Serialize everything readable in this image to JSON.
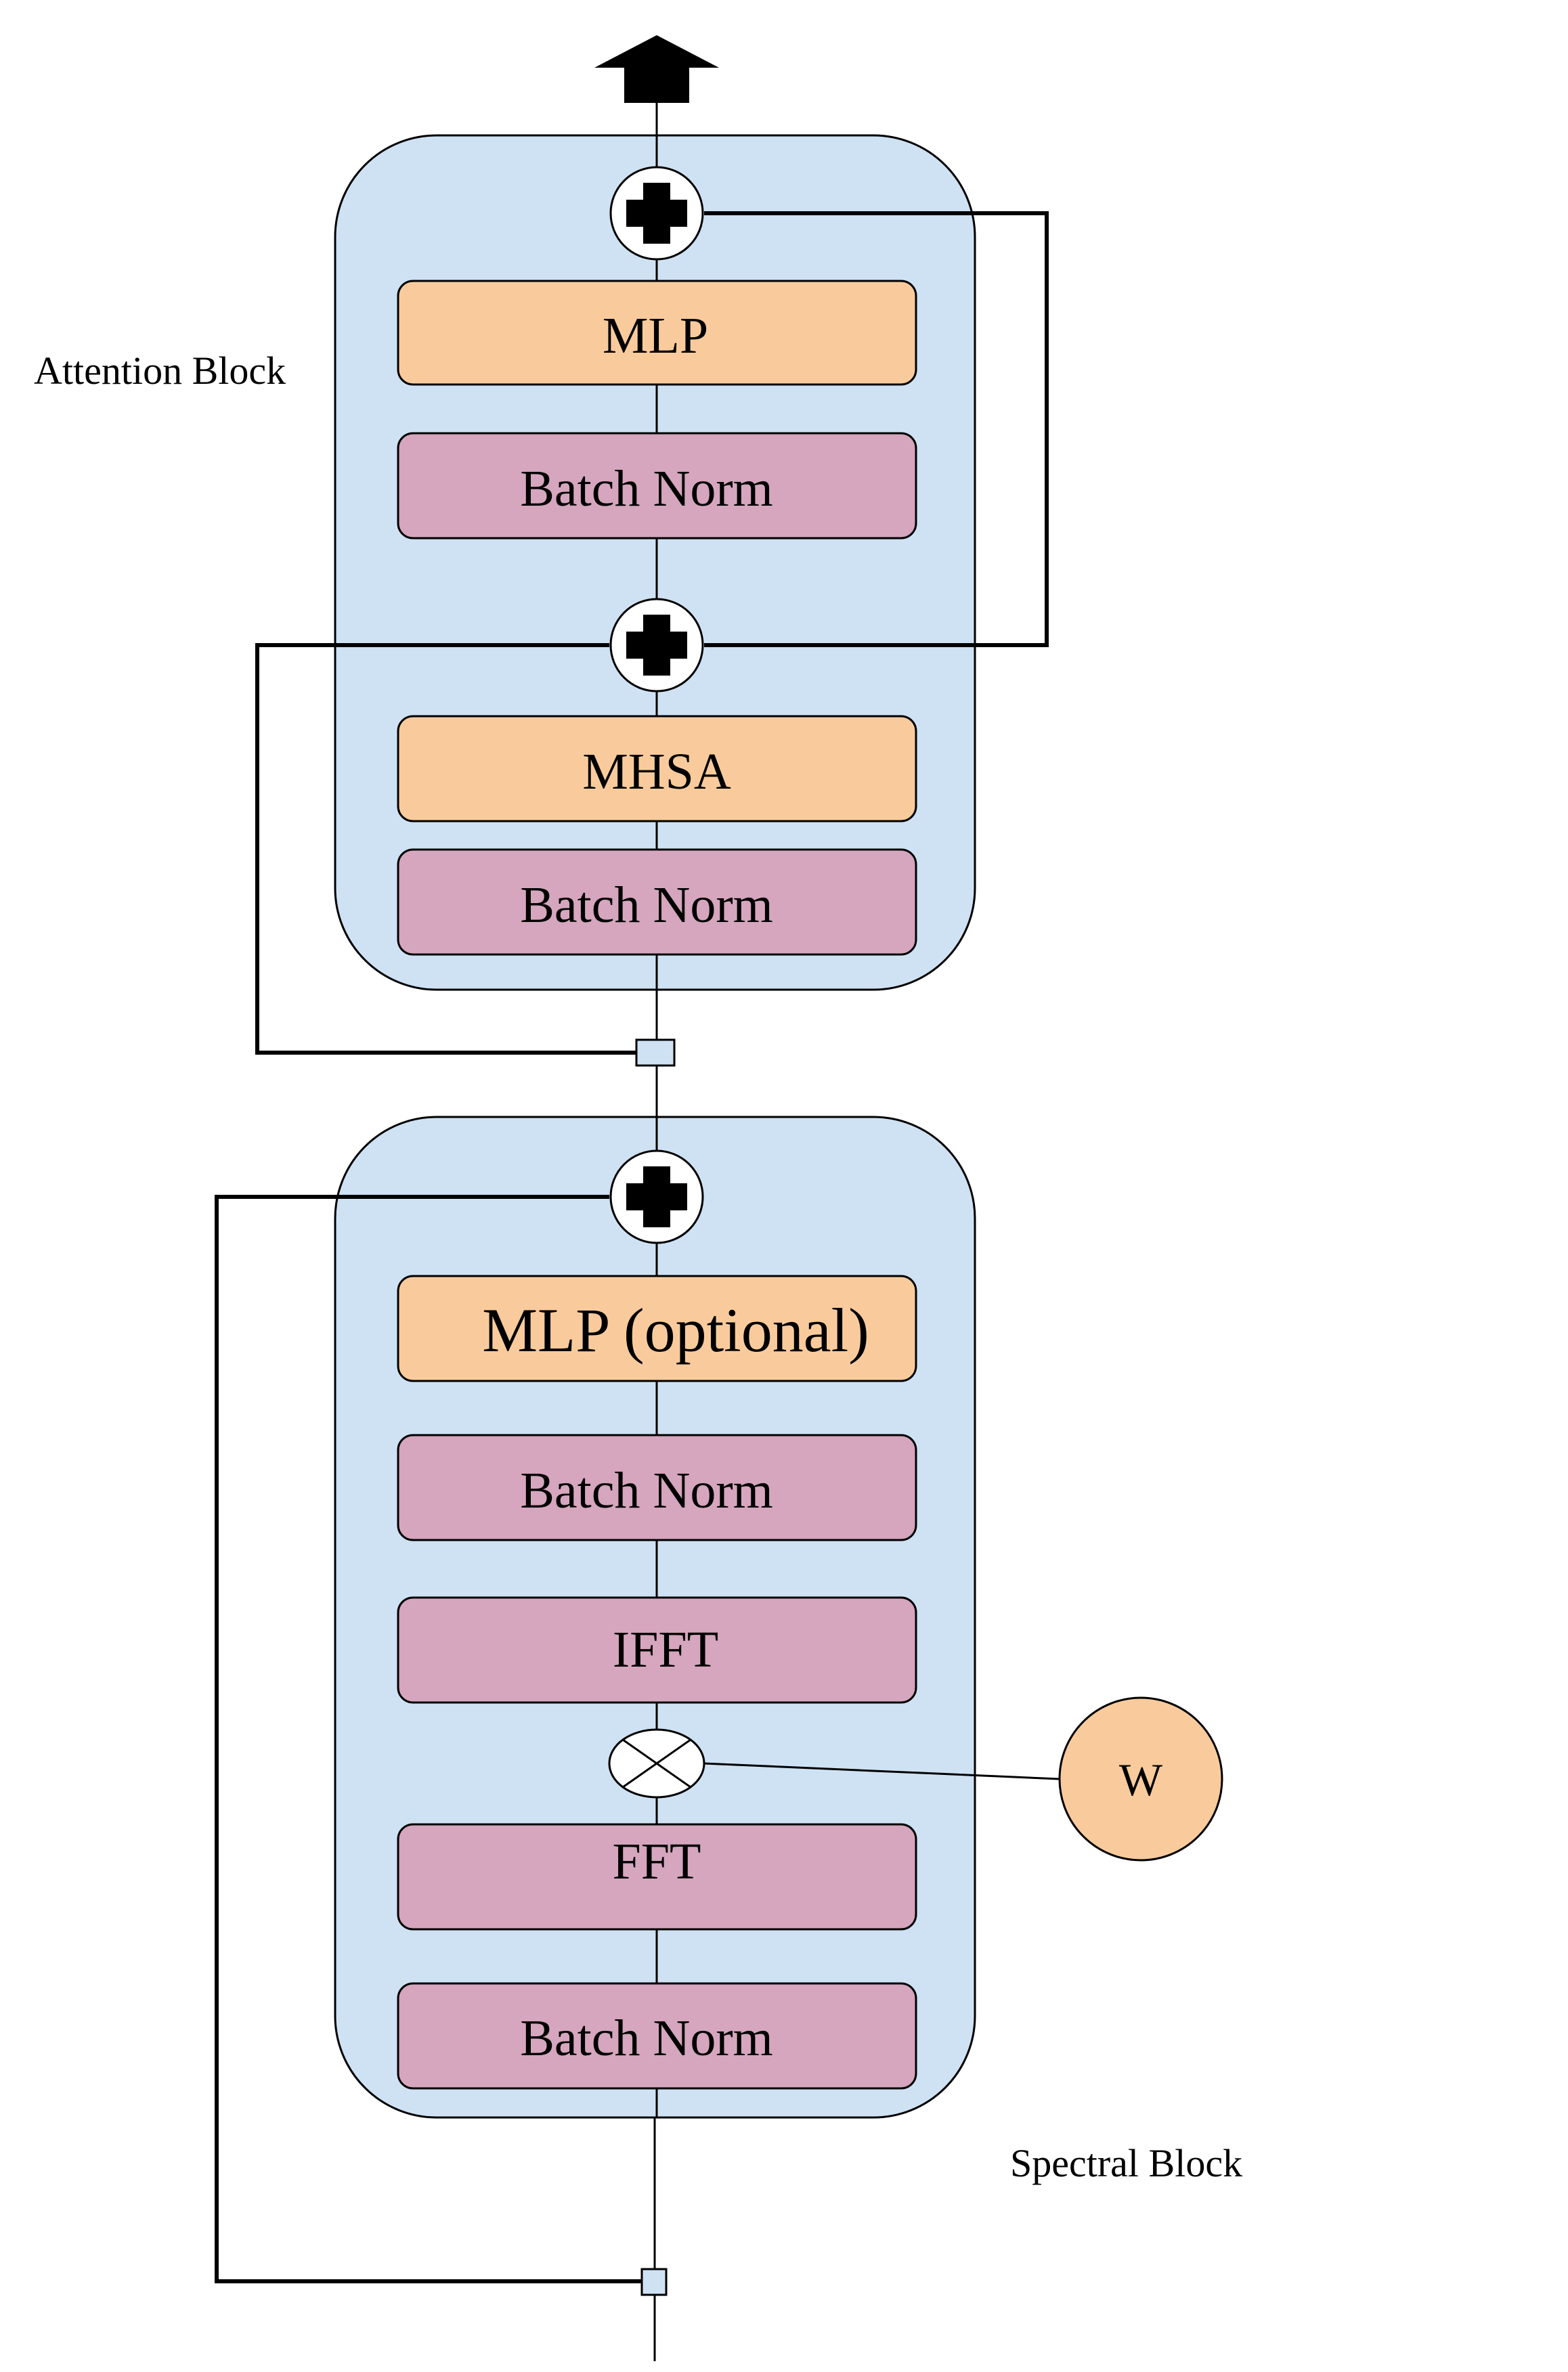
{
  "attention_block": {
    "label": "Attention Block",
    "layers": {
      "mlp": "MLP",
      "norm_top": "Batch Norm",
      "mhsa": "MHSA",
      "norm_bottom": "Batch Norm"
    }
  },
  "spectral_block": {
    "label": "Spectral Block",
    "layers": {
      "mlp": "MLP (optional)",
      "norm_top": "Batch Norm",
      "ifft": "IFFT",
      "fft": "FFT",
      "norm_bottom": "Batch Norm"
    },
    "weight": "W"
  },
  "colors": {
    "block_fill": "#cfe2f3",
    "mlp_fill": "#f9cb9c",
    "norm_fill": "#d5a6bd",
    "weight_fill": "#f9cb9c",
    "stroke": "#000000"
  }
}
